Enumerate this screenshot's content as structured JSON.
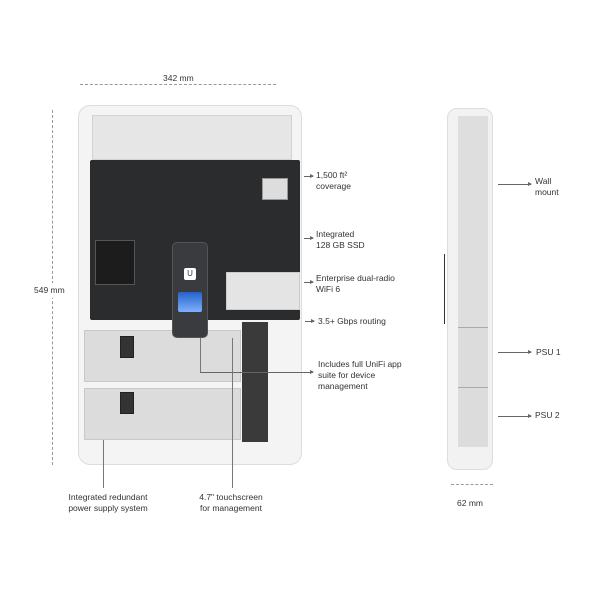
{
  "dimensions": {
    "width": "342 mm",
    "height": "549 mm",
    "depth": "62 mm"
  },
  "callouts_right": [
    {
      "line1": "1,500 ft²",
      "line2": "coverage"
    },
    {
      "line1": "Integrated",
      "line2": "128 GB SSD"
    },
    {
      "line1": "Enterprise dual-radio",
      "line2": "WiFi 6"
    },
    {
      "line1": "3.5+ Gbps routing"
    },
    {
      "line1": "Includes full UniFi app",
      "line2": "suite for device",
      "line3": "management"
    }
  ],
  "callouts_bottom": [
    {
      "line1": "Integrated redundant",
      "line2": "power supply system"
    },
    {
      "line1": "4.7\" touchscreen",
      "line2": "for management"
    }
  ],
  "callouts_side": [
    {
      "line1": "Wall",
      "line2": "mount"
    },
    {
      "line1": "PSU 1"
    },
    {
      "line1": "PSU 2"
    }
  ],
  "logo": "U"
}
